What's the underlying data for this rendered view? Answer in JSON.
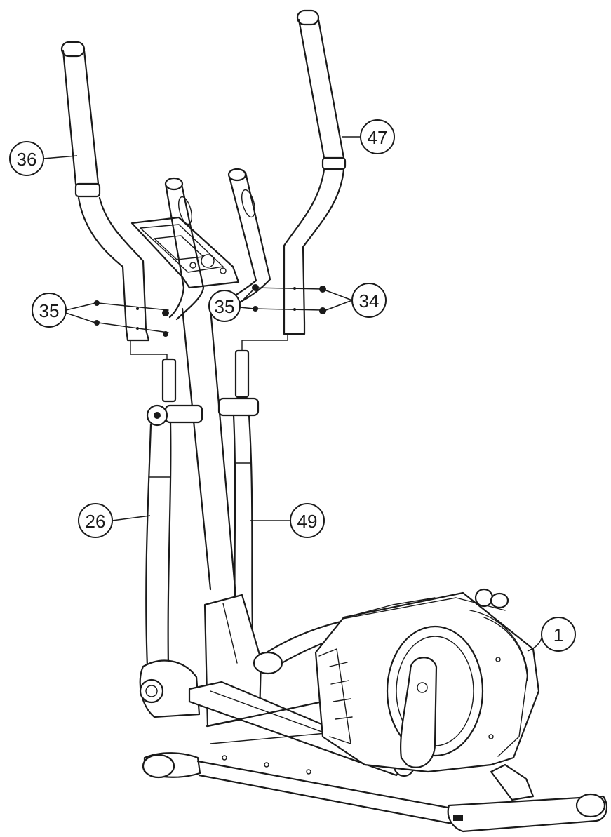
{
  "callouts": [
    {
      "label": "36"
    },
    {
      "label": "47"
    },
    {
      "label": "35"
    },
    {
      "label": "35"
    },
    {
      "label": "34"
    },
    {
      "label": "26"
    },
    {
      "label": "49"
    },
    {
      "label": "1"
    }
  ],
  "colors": {
    "line": "#1a1a1a",
    "background": "#ffffff"
  }
}
